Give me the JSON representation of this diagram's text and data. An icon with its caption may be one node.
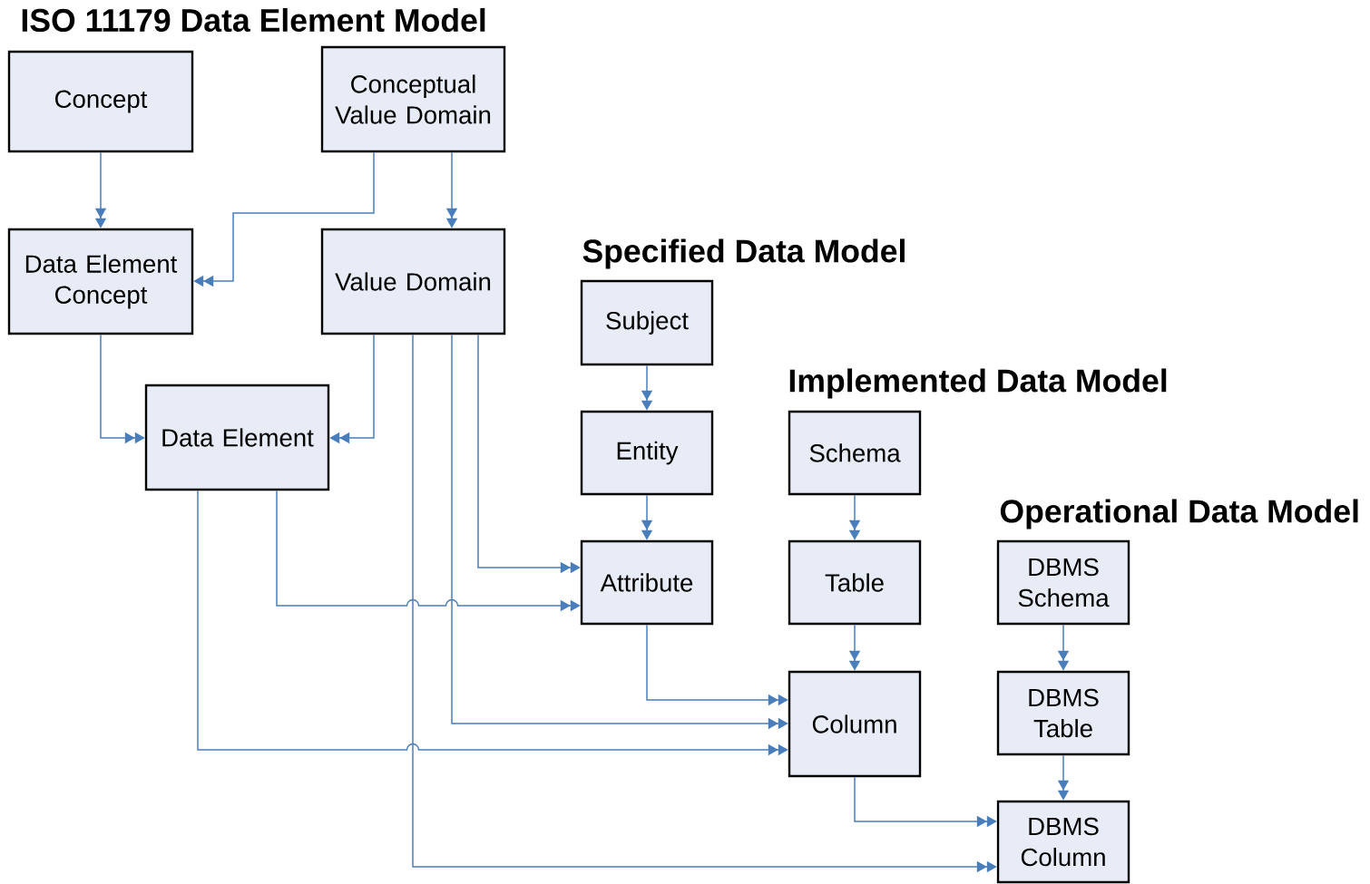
{
  "diagram": {
    "title": "ISO 11179 Data Element Model",
    "nodes": [
      {
        "text": [
          "Concept"
        ]
      },
      {
        "text": [
          "Conceptual Value Domain"
        ]
      },
      {
        "text": [
          "Data Element Concept"
        ]
      },
      {
        "text": [
          "Value Domain"
        ]
      },
      {
        "text": [
          "Data Element"
        ]
      },
      {
        "text": [
          "Subject"
        ]
      },
      {
        "text": [
          "Entity"
        ]
      },
      {
        "text": [
          "Attribute"
        ]
      },
      {
        "text": [
          "Schema"
        ]
      },
      {
        "text": [
          "Table"
        ]
      },
      {
        "text": [
          "Column"
        ]
      },
      {
        "text": [
          "DBMS Schema"
        ]
      },
      {
        "text": [
          "DBMS Table"
        ]
      },
      {
        "text": [
          "DBMS Column"
        ]
      }
    ],
    "edges": [
      {
        "from": 0,
        "to": 2,
        "arrow": "to"
      },
      {
        "from": 1,
        "to": 2,
        "arrow": "to"
      },
      {
        "from": 1,
        "to": 3,
        "arrow": "to"
      },
      {
        "from": 2,
        "to": 4,
        "arrow": "to"
      },
      {
        "from": 3,
        "to": 4,
        "arrow": "to"
      },
      {
        "from": 3,
        "to": 7,
        "arrow": "to"
      },
      {
        "from": 4,
        "to": 7,
        "arrow": "to"
      },
      {
        "from": 5,
        "to": 6,
        "arrow": "to"
      },
      {
        "from": 6,
        "to": 7,
        "arrow": "to"
      },
      {
        "from": 7,
        "to": 10,
        "arrow": "to"
      },
      {
        "from": 3,
        "to": 10,
        "arrow": "to"
      },
      {
        "from": 4,
        "to": 10,
        "arrow": "to"
      },
      {
        "from": 8,
        "to": 9,
        "arrow": "to"
      },
      {
        "from": 9,
        "to": 10,
        "arrow": "to"
      },
      {
        "from": 11,
        "to": 12,
        "arrow": "to"
      },
      {
        "from": 12,
        "to": 13,
        "arrow": "to"
      },
      {
        "from": 10,
        "to": 13,
        "arrow": "to"
      },
      {
        "from": 3,
        "to": 13,
        "arrow": "to"
      }
    ],
    "labels": [
      "Specified Data Model",
      "Implemented Data Model",
      "Operational Data Model"
    ]
  }
}
